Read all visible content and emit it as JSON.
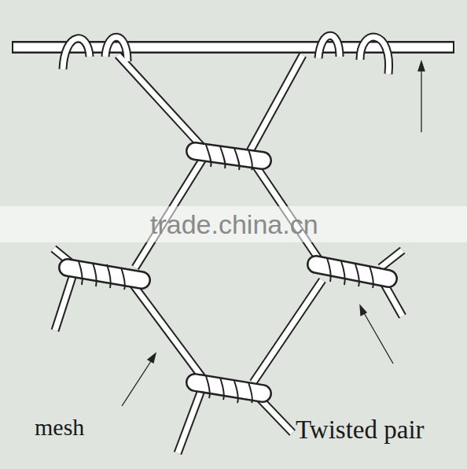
{
  "diagram": {
    "labels": [
      "mesh",
      "Twisted pair",
      "trade.china.cn"
    ]
  }
}
